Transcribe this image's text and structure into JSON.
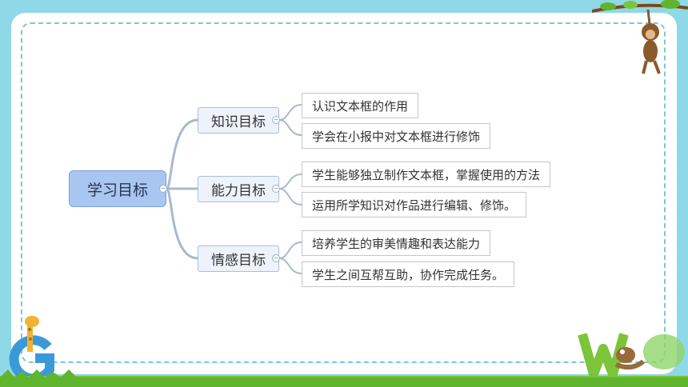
{
  "mindmap": {
    "root": "学习目标",
    "branches": [
      {
        "label": "知识目标",
        "leaves": [
          "认识文本框的作用",
          "学会在小报中对文本框进行修饰"
        ]
      },
      {
        "label": "能力目标",
        "leaves": [
          "学生能够独立制作文本框，掌握使用的方法",
          "运用所学知识对作品进行编辑、修饰。"
        ]
      },
      {
        "label": "情感目标",
        "leaves": [
          "培养学生的审美情趣和表达能力",
          "学生之间互帮互助，协作完成任务。"
        ]
      }
    ]
  },
  "colors": {
    "background": "#8fd8e8",
    "root_fill": "#a9c6f1",
    "branch_fill": "#eef3fb",
    "connector": "#a8b9cc",
    "grass": "#7cc43a"
  },
  "decorations": {
    "top_right": "monkey-on-branch-icon",
    "bottom_left": "giraffe-letter-g-icon",
    "bottom_right": "snail-letter-w-icon"
  }
}
